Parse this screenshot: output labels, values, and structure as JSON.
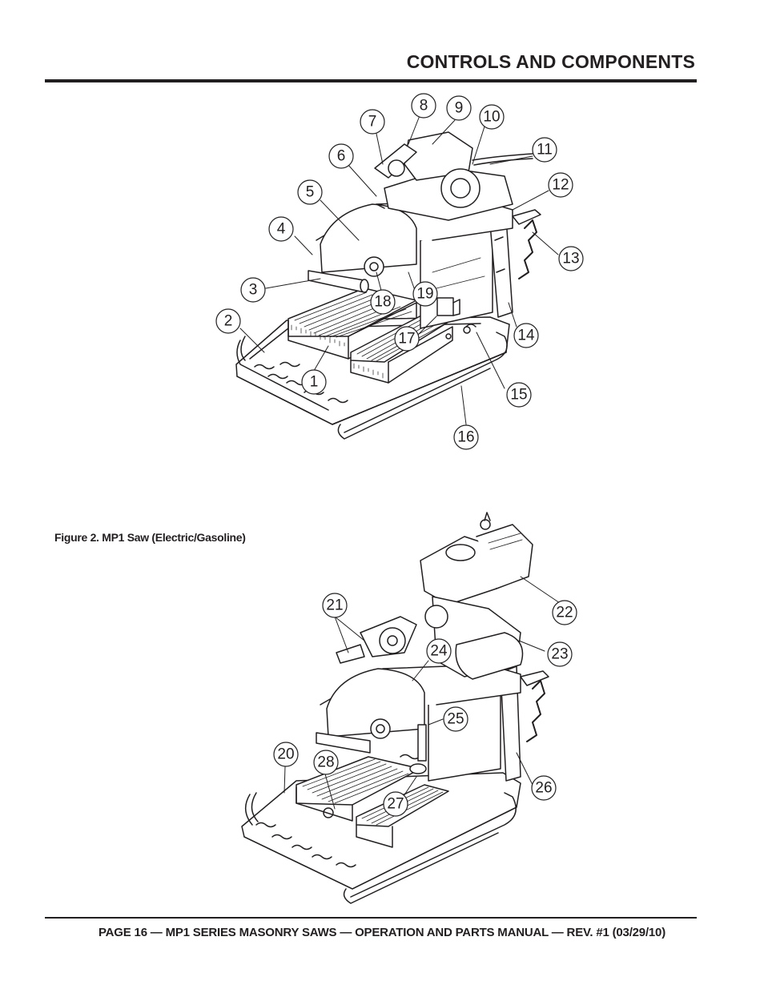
{
  "header": {
    "title": "CONTROLS AND COMPONENTS"
  },
  "figure2": {
    "caption": "Figure 2.  MP1 Saw (Electric/Gasoline)",
    "callouts": [
      "1",
      "2",
      "3",
      "4",
      "5",
      "6",
      "7",
      "8",
      "9",
      "10",
      "11",
      "12",
      "13",
      "14",
      "15",
      "16",
      "17",
      "18",
      "19"
    ]
  },
  "figure3": {
    "callouts": [
      "20",
      "21",
      "22",
      "23",
      "24",
      "25",
      "26",
      "27",
      "28"
    ]
  },
  "footer": {
    "text": "PAGE 16 — MP1 SERIES MASONRY SAWS — OPERATION AND PARTS MANUAL — REV. #1  (03/29/10)"
  }
}
